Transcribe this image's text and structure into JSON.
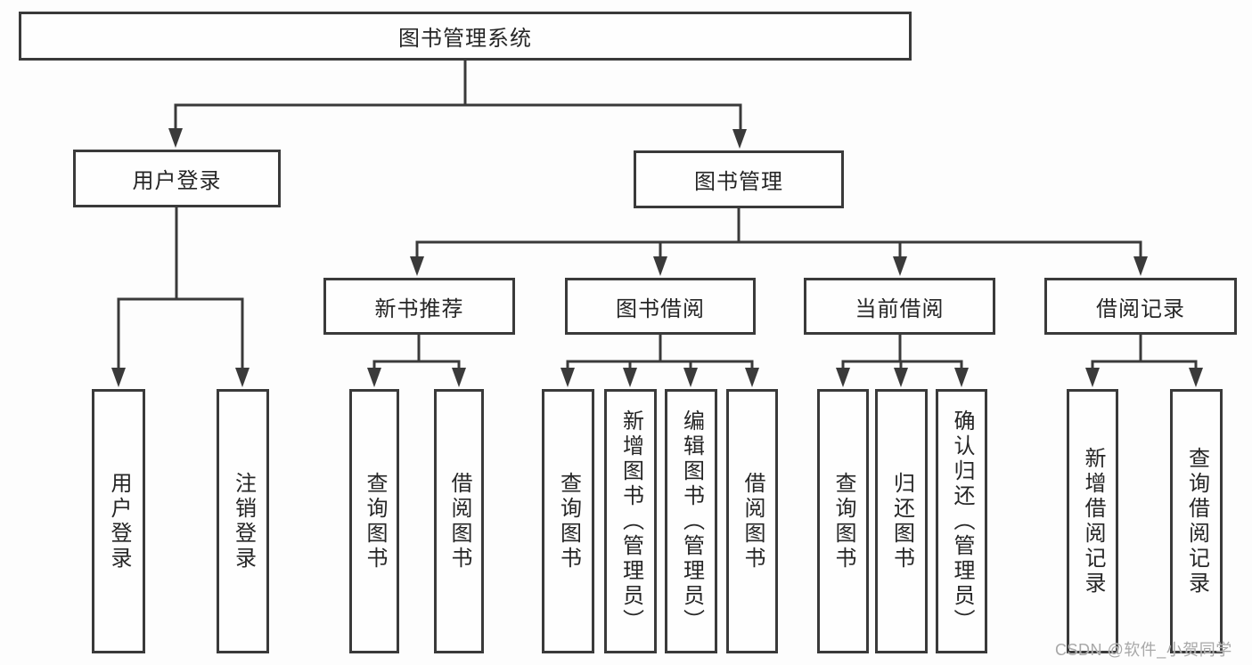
{
  "diagram_title": "图书管理系统",
  "nodes": {
    "root": "图书管理系统",
    "user_login": "用户登录",
    "book_mgmt": "图书管理",
    "new_book_rec": "新书推荐",
    "book_borrow": "图书借阅",
    "current_borrow": "当前借阅",
    "borrow_record": "借阅记录",
    "leaf_user_login": "用户登录",
    "leaf_logout": "注销登录",
    "leaf_query_book_rec": "查询图书",
    "leaf_borrow_book_rec": "借阅图书",
    "leaf_query_book_borrow": "查询图书",
    "leaf_add_book_admin": "新增图书（管理员）",
    "leaf_edit_book_admin": "编辑图书（管理员）",
    "leaf_borrow_book_borrow": "借阅图书",
    "leaf_query_book_current": "查询图书",
    "leaf_return_book": "归还图书",
    "leaf_confirm_return_admin": "确认归还（管理员）",
    "leaf_add_borrow_record": "新增借阅记录",
    "leaf_query_borrow_record": "查询借阅记录"
  },
  "watermark": "CSDN @软件_小贺同学",
  "colors": {
    "line": "#3a3a3a",
    "text": "#262626",
    "background": "#fdfdfd",
    "watermark": "#a8a8a8"
  }
}
